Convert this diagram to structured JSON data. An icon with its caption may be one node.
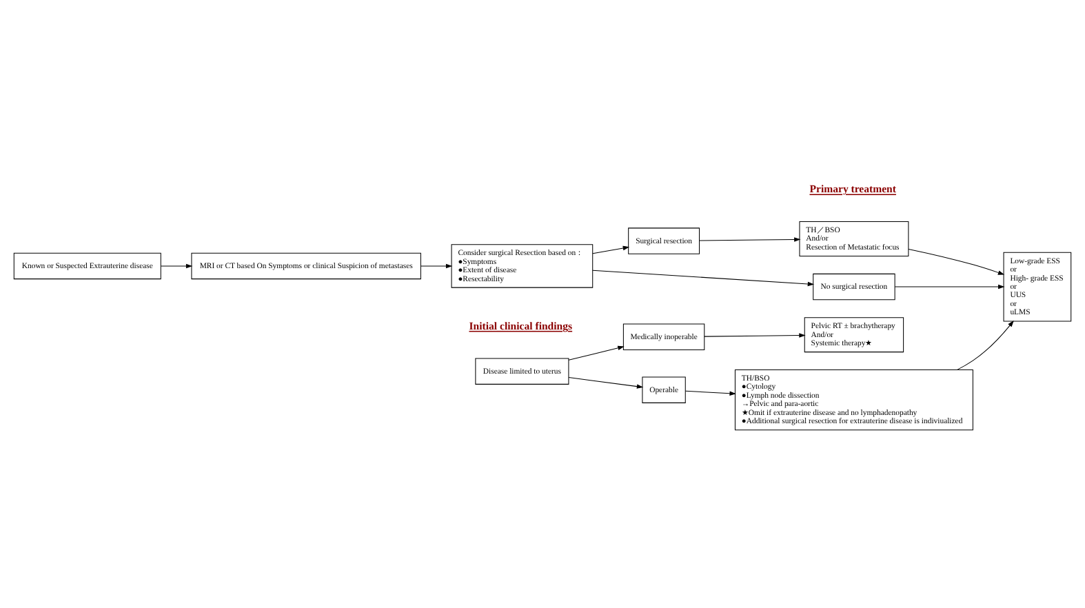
{
  "diagram": {
    "nodes": [
      {
        "text": [
          "Disease limited to uterus"
        ]
      },
      {
        "text": [
          "Medically inoperable"
        ]
      },
      {
        "text": [
          "Operable"
        ]
      },
      {
        "text": [
          "Pelvic RT ± brachytherapy",
          "And/or",
          "Systemic therapy★"
        ]
      },
      {
        "text": [
          "TH/BSO",
          "●Cytology",
          "●Lymph node dissection",
          "→Pelvic and para-aortic",
          "★Omit if extrauterine disease and no lymphadenopathy",
          "●Additional surgical resection for extrauterine disease is indiviualized"
        ]
      },
      {
        "text": [
          "Low-grade ESS",
          "or",
          "High- grade ESS",
          "or",
          "UUS",
          "or",
          "uLMS"
        ]
      },
      {
        "text": [
          "Known or Suspected Extrauterine disease"
        ]
      },
      {
        "text": [
          "MRI or CT based On Symptoms or clinical Suspicion of metastases"
        ]
      },
      {
        "text": [
          "Consider surgical Resection based on：",
          "●Symptoms",
          "●Extent of disease",
          "●Resectability"
        ]
      },
      {
        "text": [
          "Surgical resection"
        ]
      },
      {
        "text": [
          "No surgical resection"
        ]
      },
      {
        "text": [
          "TH／BSO",
          "And/or",
          "Resection of Metastatic focus"
        ]
      }
    ],
    "edges": [
      {
        "from": 0,
        "to": 1,
        "arrow": "to"
      },
      {
        "from": 0,
        "to": 2,
        "arrow": "to"
      },
      {
        "from": 1,
        "to": 3,
        "arrow": "to"
      },
      {
        "from": 2,
        "to": 4,
        "arrow": "to"
      },
      {
        "from": 4,
        "to": 5,
        "arrow": "to"
      },
      {
        "from": 6,
        "to": 7,
        "arrow": "to"
      },
      {
        "from": 7,
        "to": 8,
        "arrow": "to"
      },
      {
        "from": 8,
        "to": 9,
        "arrow": "to"
      },
      {
        "from": 8,
        "to": 10,
        "arrow": "to"
      },
      {
        "from": 9,
        "to": 11,
        "arrow": "to"
      },
      {
        "from": 11,
        "to": 5,
        "arrow": "to"
      },
      {
        "from": 10,
        "to": 5,
        "arrow": "to"
      }
    ],
    "labels": [
      "Initial clinical findings",
      "Primary treatment"
    ]
  }
}
